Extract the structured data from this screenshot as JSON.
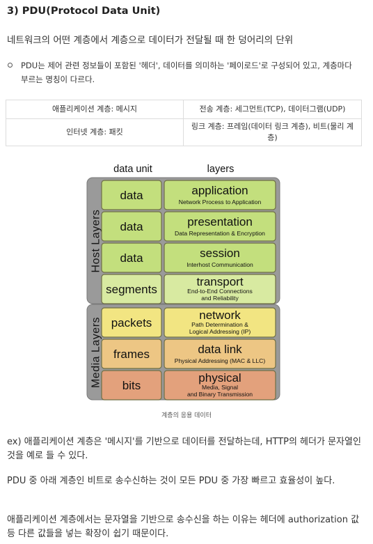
{
  "heading": "3) PDU(Protocol Data Unit)",
  "lead": "네트워크의 어떤 계층에서 계층으로 데이터가 전달될  때 한 덩어리의 단위",
  "bullet": "PDU는 제어 관련 정보들이 포함된 '헤더', 데이터를 의미하는 '페이로드'로 구성되어 있고, 계층마다 부르는 명칭이 다르다.",
  "table": {
    "rows": [
      [
        "애플리케이션 계층: 메시지",
        "전송 계층: 세그먼트(TCP), 데이터그램(UDP)"
      ],
      [
        "인터넷 계층: 패킷",
        "링크 계층: 프레임(데이터 링크 계층), 비트(물리 계층)"
      ]
    ]
  },
  "diagram": {
    "header_left": "data unit",
    "header_right": "layers",
    "group_host": "Host Layers",
    "group_media": "Media Layers",
    "rows": [
      {
        "unit": "data",
        "layer": "application",
        "desc1": "Network Process to Application",
        "desc2": "",
        "color": "#c3df7d"
      },
      {
        "unit": "data",
        "layer": "presentation",
        "desc1": "Data Representation & Encryption",
        "desc2": "",
        "color": "#c3df7d"
      },
      {
        "unit": "data",
        "layer": "session",
        "desc1": "Interhost Communication",
        "desc2": "",
        "color": "#c3df7d"
      },
      {
        "unit": "segments",
        "layer": "transport",
        "desc1": "End-to-End Connections",
        "desc2": "and Reliability",
        "color": "#d8eaa1"
      },
      {
        "unit": "packets",
        "layer": "network",
        "desc1": "Path Determination &",
        "desc2": "Logical Addressing (IP)",
        "color": "#f2e582"
      },
      {
        "unit": "frames",
        "layer": "data link",
        "desc1": "Physical Addressing (MAC & LLC)",
        "desc2": "",
        "color": "#edc684"
      },
      {
        "unit": "bits",
        "layer": "physical",
        "desc1": "Media, Signal",
        "desc2": "and Binary Transmission",
        "color": "#e3a17c"
      }
    ]
  },
  "caption": "계층의 응용 데이터",
  "paragraphs": [
    "ex) 애플리케이션 계층은 '메시지'를 기반으로 데이터를 전달하는데, HTTP의 헤더가 문자열인 것을 예로 들 수 있다.",
    "PDU 중 아래 계층인 비트로 송수신하는 것이 모든 PDU 중 가장 빠르고 효율성이 높다.",
    "애플리케이션 계층에서는 문자열을 기반으로 송수신을 하는 이유는 헤더에 authorization 값 등 다른 값들을 넣는 확장이 쉽기 때문이다."
  ],
  "colors": {
    "panel": "#9a9a9a",
    "panel_edge": "#7a7a7a",
    "box_border": "#6f6f45"
  }
}
